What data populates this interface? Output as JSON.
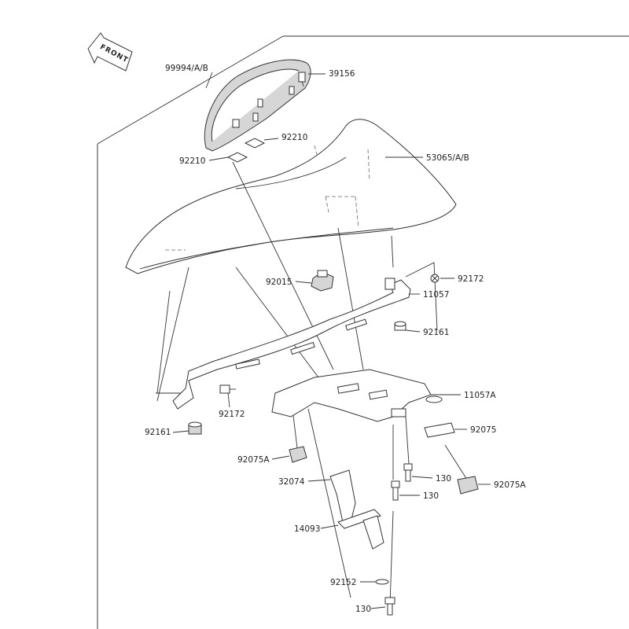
{
  "front_label": "FRONT",
  "parts": {
    "p99994": "99994/A/B",
    "p39156": "39156",
    "p92210_a": "92210",
    "p92210_b": "92210",
    "p53065": "53065/A/B",
    "p92015": "92015",
    "p92172_a": "92172",
    "p11057": "11057",
    "p92161_a": "92161",
    "p11057a": "11057A",
    "p92172_b": "92172",
    "p92161_b": "92161",
    "p92075": "92075",
    "p92075a_a": "92075A",
    "p32074": "32074",
    "p130_a": "130",
    "p92075a_b": "92075A",
    "p130_b": "130",
    "p14093": "14093",
    "p92152": "92152",
    "p130_c": "130"
  }
}
